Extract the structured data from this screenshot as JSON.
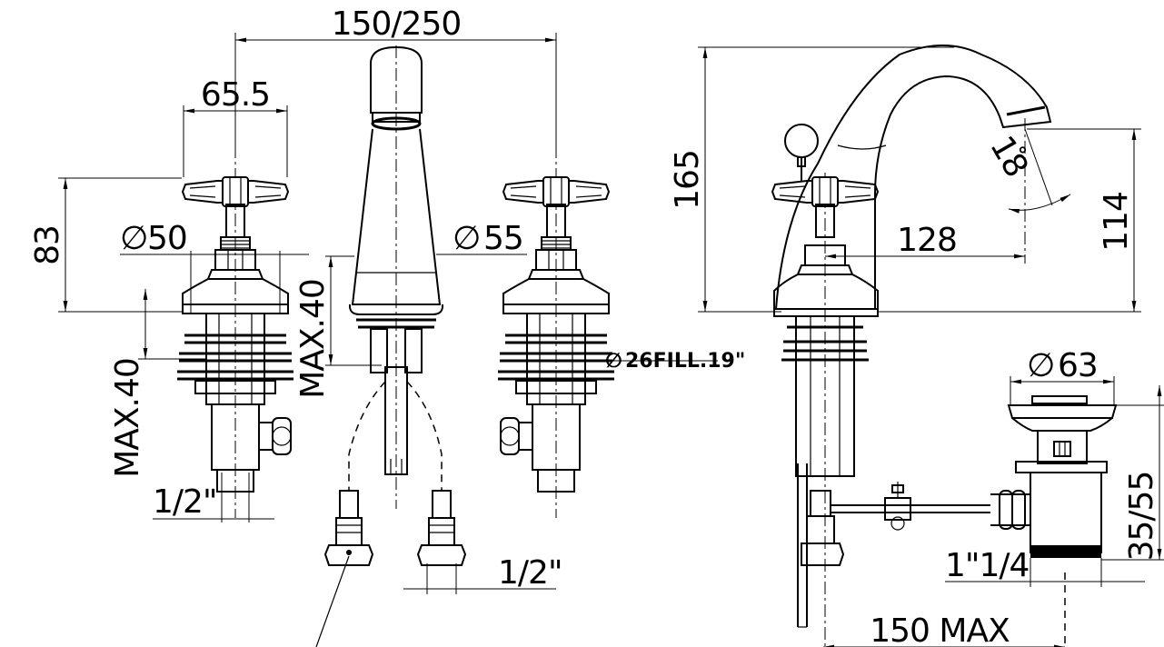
{
  "dimensions": {
    "spout_centers": "150/250",
    "handle_span": "65.5",
    "height_left": "83",
    "flange_left": "50",
    "flange_right": "55",
    "max_left": "MAX.40",
    "max_center": "MAX.40",
    "thread_left": "1/2\"",
    "thread_center": "1/2\"",
    "pipe": "26FILL.19\"",
    "total_height": "165",
    "angle": "18",
    "reach": "128",
    "spout_height": "114",
    "waste_flange": "63",
    "waste_thread": "1\"1/4",
    "waste_adjust": "35/55",
    "rod_max": "150 MAX"
  },
  "symbols": {
    "diameter": "∅",
    "degree": "°"
  }
}
